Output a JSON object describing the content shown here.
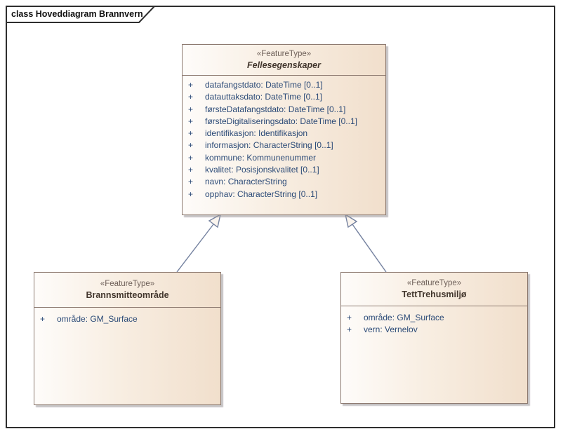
{
  "diagram": {
    "frame_label": "class Hoveddiagram Brannvern"
  },
  "classes": [
    {
      "id": "fellesegenskaper",
      "stereotype": "«FeatureType»",
      "name": "Fellesegenskaper",
      "abstract": true,
      "attributes": [
        {
          "vis": "+",
          "text": "datafangstdato: DateTime [0..1]"
        },
        {
          "vis": "+",
          "text": "datauttaksdato: DateTime [0..1]"
        },
        {
          "vis": "+",
          "text": "førsteDatafangstdato: DateTime [0..1]"
        },
        {
          "vis": "+",
          "text": "førsteDigitaliseringsdato: DateTime [0..1]"
        },
        {
          "vis": "+",
          "text": "identifikasjon: Identifikasjon"
        },
        {
          "vis": "+",
          "text": "informasjon: CharacterString [0..1]"
        },
        {
          "vis": "+",
          "text": "kommune: Kommunenummer"
        },
        {
          "vis": "+",
          "text": "kvalitet: Posisjonskvalitet [0..1]"
        },
        {
          "vis": "+",
          "text": "navn: CharacterString"
        },
        {
          "vis": "+",
          "text": "opphav: CharacterString [0..1]"
        }
      ]
    },
    {
      "id": "brannsmitteomrade",
      "stereotype": "«FeatureType»",
      "name": "Brannsmitteområde",
      "abstract": false,
      "attributes": [
        {
          "vis": "+",
          "text": "område: GM_Surface"
        }
      ]
    },
    {
      "id": "tetttrehusmiljo",
      "stereotype": "«FeatureType»",
      "name": "TettTrehusmiljø",
      "abstract": false,
      "attributes": [
        {
          "vis": "+",
          "text": "område: GM_Surface"
        },
        {
          "vis": "+",
          "text": "vern: Vernelov"
        }
      ]
    }
  ],
  "relationships": [
    {
      "type": "generalization",
      "from": "Brannsmitteområde",
      "to": "Fellesegenskaper"
    },
    {
      "type": "generalization",
      "from": "TettTrehusmiljø",
      "to": "Fellesegenskaper"
    }
  ],
  "colors": {
    "frame_border": "#2e2e2e",
    "box_border": "#8d7a70",
    "box_fill_light": "#fefcfa",
    "box_fill_dark": "#f1dfcc",
    "attribute_text": "#2b4a77",
    "stereotype_text": "#6e6059",
    "class_name_text": "#42362d",
    "connector": "#74819f",
    "triangle_fill": "#fbf5ee"
  }
}
